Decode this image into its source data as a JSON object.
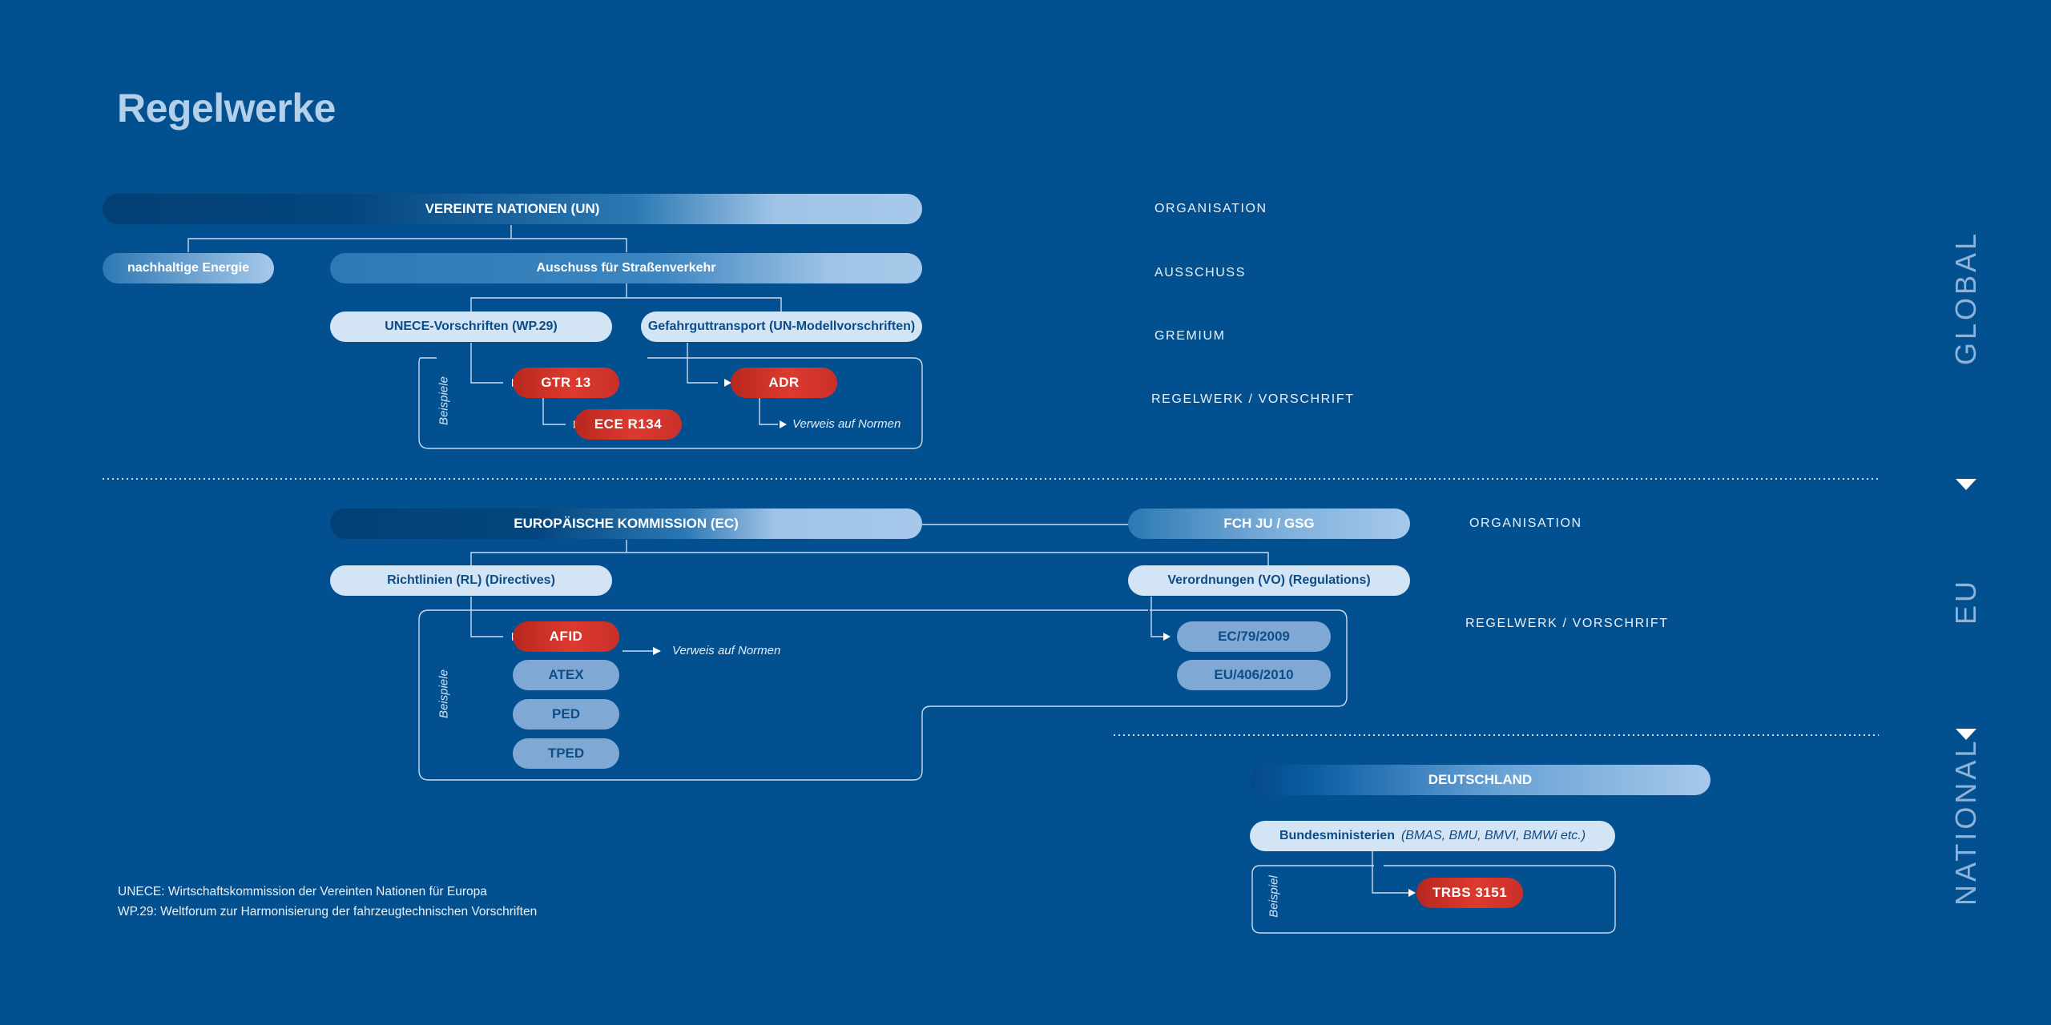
{
  "title": "Regelwerke",
  "colors": {
    "background": "#035090",
    "red": "#d8352b",
    "light_pill": "#d3e4f4",
    "mid_pill": "#7fa9d4",
    "region_text": "#8fb3d8"
  },
  "global": {
    "un": "VEREINTE NATIONEN (UN)",
    "energy": "nachhaltige Energie",
    "road": "Auschuss für Straßenverkehr",
    "unece": "UNECE-Vorschriften (WP.29)",
    "dangerous": "Gefahrguttransport (UN-Modellvorschriften)",
    "gtr": "GTR 13",
    "ece": "ECE R134",
    "adr": "ADR",
    "verweis": "Verweis auf Normen",
    "beispiele": "Beispiele"
  },
  "eu": {
    "ec": "EUROPÄISCHE KOMMISSION (EC)",
    "fch": "FCH JU / GSG",
    "rl": "Richtlinien (RL) (Directives)",
    "vo": "Verordnungen (VO) (Regulations)",
    "afid": "AFID",
    "atex": "ATEX",
    "ped": "PED",
    "tped": "TPED",
    "ec79": "EC/79/2009",
    "eu406": "EU/406/2010",
    "verweis": "Verweis auf Normen",
    "beispiele": "Beispiele"
  },
  "national": {
    "de": "DEUTSCHLAND",
    "bm": "Bundesministerien",
    "bm_detail": "(BMAS, BMU, BMVI, BMWi etc.)",
    "trbs": "TRBS 3151",
    "beispiel": "Beispiel"
  },
  "labels": {
    "org1": "ORGANISATION",
    "ausschuss": "AUSSCHUSS",
    "gremium": "GREMIUM",
    "regelwerk1": "REGELWERK / VORSCHRIFT",
    "org2": "ORGANISATION",
    "regelwerk2": "REGELWERK / VORSCHRIFT"
  },
  "regions": {
    "global": "GLOBAL",
    "eu": "EU",
    "national": "NATIONAL"
  },
  "footnotes": {
    "line1": "UNECE: Wirtschaftskommission der Vereinten Nationen für Europa",
    "line2": "WP.29: Weltforum zur Harmonisierung der fahrzeugtechnischen Vorschriften"
  }
}
